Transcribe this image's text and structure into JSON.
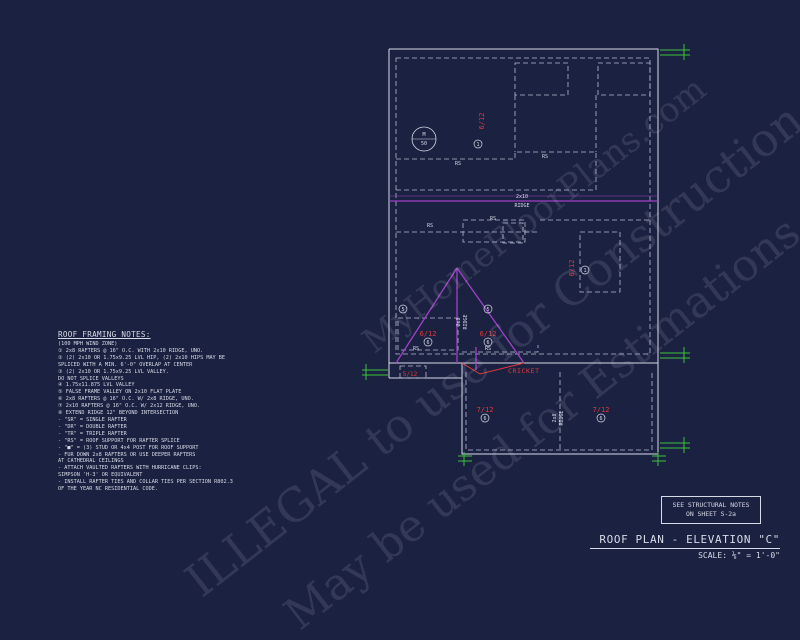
{
  "colors": {
    "background": "#1b2140",
    "line": "#d8dbe8",
    "hidden": "#b7bcd2",
    "ridge": "#a040c8",
    "pitch": "#e03a3a",
    "dimension": "#3cc43c"
  },
  "watermark": {
    "line1": "ILLEGAL to use for Construction",
    "line2": "May be used for Estimations",
    "brand": "MyHomeFloorPlans.com"
  },
  "notes": {
    "title": "ROOF FRAMING NOTES:",
    "lines": [
      "(100 MPH WIND ZONE)",
      "① 2x8 RAFTERS @ 16\" O.C. WITH 2x10 RIDGE, UNO.",
      "② (2) 2x10 OR 1.75x9.25 LVL HIP, (2) 2x10 HIPS MAY BE",
      "   SPLICED WITH A MIN. 6'-0\" OVERLAP AT CENTER",
      "③ (2) 2x10 OR 1.75x9.25 LVL VALLEY.",
      "   DO NOT SPLICE VALLEYS",
      "④ 1.75x11.875 LVL VALLEY",
      "⑤ FALSE FRAME VALLEY ON 2x10 FLAT PLATE",
      "⑥ 2x8 RAFTERS @ 16\" O.C. W/ 2x8 RIDGE, UNO.",
      "⑦ 2x10 RAFTERS @ 16\" O.C. W/ 2x12 RIDGE, UNO.",
      "⑧ EXTEND RIDGE 12\" BEYOND INTERSECTION",
      "-  \"SR\" = SINGLE RAFTER",
      "-  \"DR\" = DOUBLE RAFTER",
      "-  \"TR\" = TRIPLE RAFTER",
      "-  \"RS\" = ROOF SUPPORT FOR RAFTER SPLICE",
      "-  \"■\" = (3) STUD OR 4x4 POST FOR ROOF SUPPORT",
      "-  FUR DOWN 2x8 RAFTERS OR USE DEEPER RAFTERS",
      "   AT CATHEDRAL CEILINGS",
      "-  ATTACH VAULTED RAFTERS WITH HURRICANE CLIPS:",
      "   SIMPSON 'H-3' OR EQUIVALENT",
      "-  INSTALL RAFTER TIES AND COLLAR TIES PER SECTION R802.3",
      "   OF THE YEAR NC RESIDENTIAL CODE."
    ]
  },
  "sheet_note": {
    "line1": "SEE STRUCTURAL NOTES",
    "line2": "ON SHEET S-2a"
  },
  "title": "ROOF PLAN - ELEVATION \"C\"",
  "scale": "SCALE: ⅛\" = 1'-0\"",
  "labels": {
    "ridge_main": "2x10",
    "ridge_main_sub": "RIDGE",
    "rs": "RS",
    "cricket": "CRICKET",
    "pitch_612": "6/12",
    "pitch_712": "7/12",
    "pitch_512": "5/12",
    "ridge_2x8": "2x8",
    "ridge_sub": "RIDGE",
    "ridge_2x10v": "2x10",
    "num1": "1",
    "num2": "2",
    "num6": "6",
    "num5": "5",
    "skylight_a": "M",
    "skylight_b": "50"
  }
}
